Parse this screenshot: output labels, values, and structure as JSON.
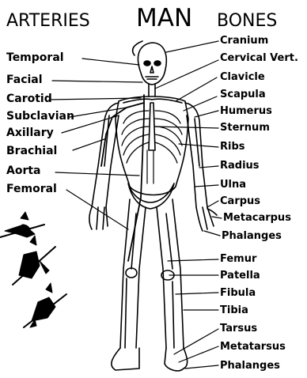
{
  "header": {
    "left": "ARTERIES",
    "center": "MAN",
    "right": "BONES"
  },
  "arteries": [
    "Temporal",
    "Facial",
    "Carotid",
    "Subclavian",
    "Axillary",
    "Brachial",
    "Aorta",
    "Femoral"
  ],
  "bones": [
    "Cranium",
    "Cervical Vert.",
    "Clavicle",
    "Scapula",
    "Humerus",
    "Sternum",
    "Ribs",
    "Radius",
    "Ulna",
    "Carpus",
    "Metacarpus",
    "Phalanges",
    "Femur",
    "Patella",
    "Fibula",
    "Tibia",
    "Tarsus",
    "Metatarsus",
    "Phalanges"
  ],
  "colors": {
    "ink": "#000000",
    "paper": "#ffffff"
  }
}
